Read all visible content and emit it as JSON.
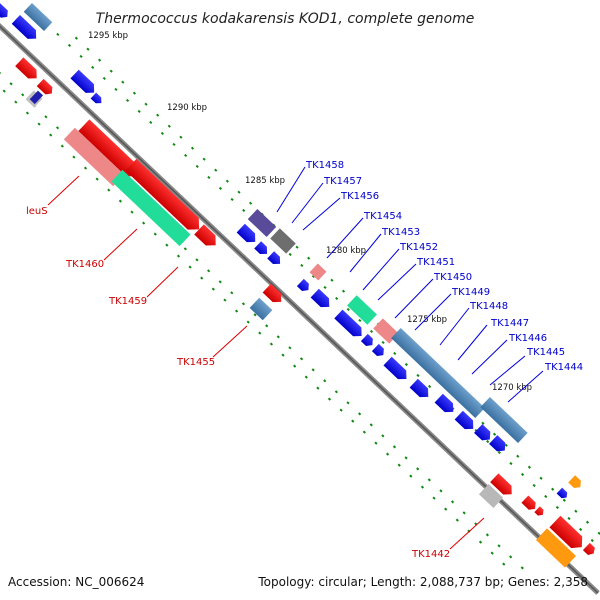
{
  "title": "Thermococcus kodakarensis KOD1, complete genome",
  "accession": "Accession: NC_006624",
  "topology": "Topology: circular; Length: 2,088,737 bp; Genes: 2,358",
  "ruler": [
    "1295 kbp",
    "1290 kbp",
    "1285 kbp",
    "1280 kbp",
    "1275 kbp",
    "1270 kbp"
  ],
  "labels_left": [
    "leuS",
    "TK1460",
    "TK1459",
    "TK1455",
    "TK1442"
  ],
  "labels_right": [
    "TK1458",
    "TK1457",
    "TK1456",
    "TK1454",
    "TK1453",
    "TK1452",
    "TK1451",
    "TK1450",
    "TK1449",
    "TK1448",
    "TK1447",
    "TK1446",
    "TK1445",
    "TK1444"
  ],
  "colors": {
    "blue": "#1010ee",
    "red": "#ee1010",
    "steel": "#4682b4",
    "pink": "#ee8080",
    "green": "#20dd90",
    "gray": "#a8a8a8",
    "darkgray": "#707070",
    "slate": "#5050a0",
    "orange": "#ff8c00",
    "leader_red": "#dd0000",
    "leader_blue": "#0000dd",
    "tick": "#118811",
    "backbone": "#777777"
  }
}
